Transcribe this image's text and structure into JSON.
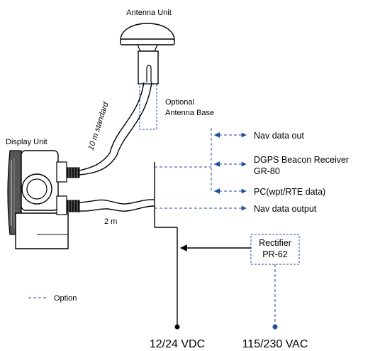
{
  "labels": {
    "antenna_unit": "Antenna Unit",
    "optional_line1": "Optional",
    "optional_line2": "Antenna Base",
    "cable_length_antenna": "10 m standard",
    "display_unit": "Display Unit",
    "cable_length_power": "2 m",
    "nav_data_out": "Nav data out",
    "dgps_line1": "DGPS Beacon Receiver",
    "dgps_line2": "GR-80",
    "pc_data": "PC(wpt/RTE data)",
    "nav_data_output": "Nav data output",
    "rectifier_line1": "Rectifier",
    "rectifier_line2": "PR-62",
    "legend_option": "Option",
    "dc_supply": "12/24 VDC",
    "ac_supply": "115/230 VAC"
  },
  "colors": {
    "line": "#000000",
    "option": "#1f4e9c",
    "device_fill": "#ffffff"
  }
}
